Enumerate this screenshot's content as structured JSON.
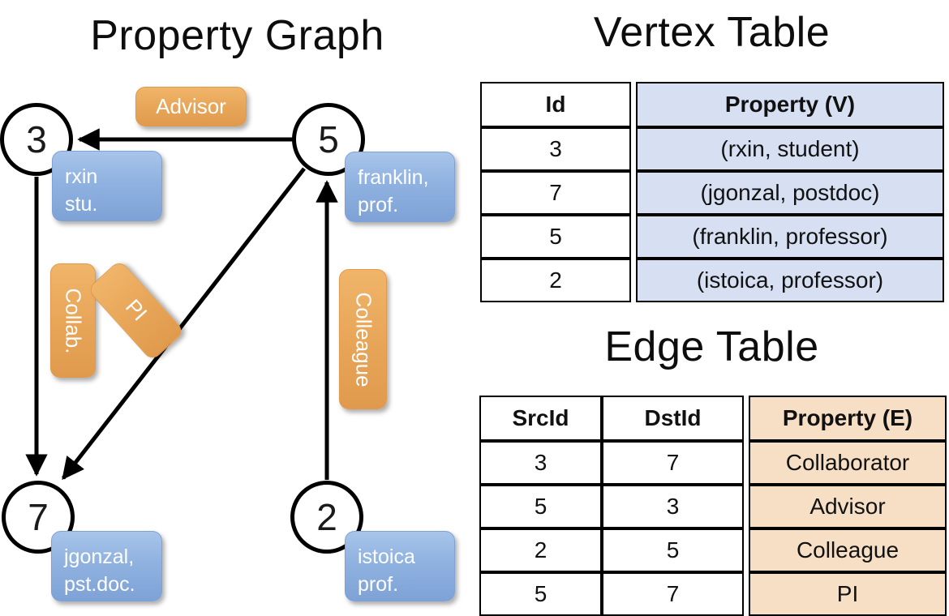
{
  "titles": {
    "property_graph": "Property Graph",
    "vertex_table": "Vertex Table",
    "edge_table": "Edge Table"
  },
  "graph": {
    "nodes": [
      {
        "id": "3",
        "label": "3",
        "property_line1": "rxin",
        "property_line2": "stu."
      },
      {
        "id": "5",
        "label": "5",
        "property_line1": "franklin,",
        "property_line2": "prof."
      },
      {
        "id": "7",
        "label": "7",
        "property_line1": "jgonzal,",
        "property_line2": "pst.doc."
      },
      {
        "id": "2",
        "label": "2",
        "property_line1": "istoica",
        "property_line2": "prof."
      }
    ],
    "edge_labels": {
      "advisor": "Advisor",
      "collab": "Collab.",
      "pi": "PI",
      "colleague": "Colleague"
    }
  },
  "vertex_table": {
    "headers": [
      "Id",
      "Property (V)"
    ],
    "rows": [
      {
        "id": "3",
        "property": "(rxin, student)"
      },
      {
        "id": "7",
        "property": "(jgonzal, postdoc)"
      },
      {
        "id": "5",
        "property": "(franklin, professor)"
      },
      {
        "id": "2",
        "property": "(istoica, professor)"
      }
    ]
  },
  "edge_table": {
    "headers": [
      "SrcId",
      "DstId",
      "Property (E)"
    ],
    "rows": [
      {
        "src": "3",
        "dst": "7",
        "property": "Collaborator"
      },
      {
        "src": "5",
        "dst": "3",
        "property": "Advisor"
      },
      {
        "src": "2",
        "dst": "5",
        "property": "Colleague"
      },
      {
        "src": "5",
        "dst": "7",
        "property": "PI"
      }
    ]
  },
  "colors": {
    "vertex_property_fill": "#d6e0f2",
    "edge_property_fill": "#f6dfc4",
    "node_box_blue": "#8fb2e0",
    "edge_label_orange": "#e8a659",
    "stroke": "#000000"
  }
}
